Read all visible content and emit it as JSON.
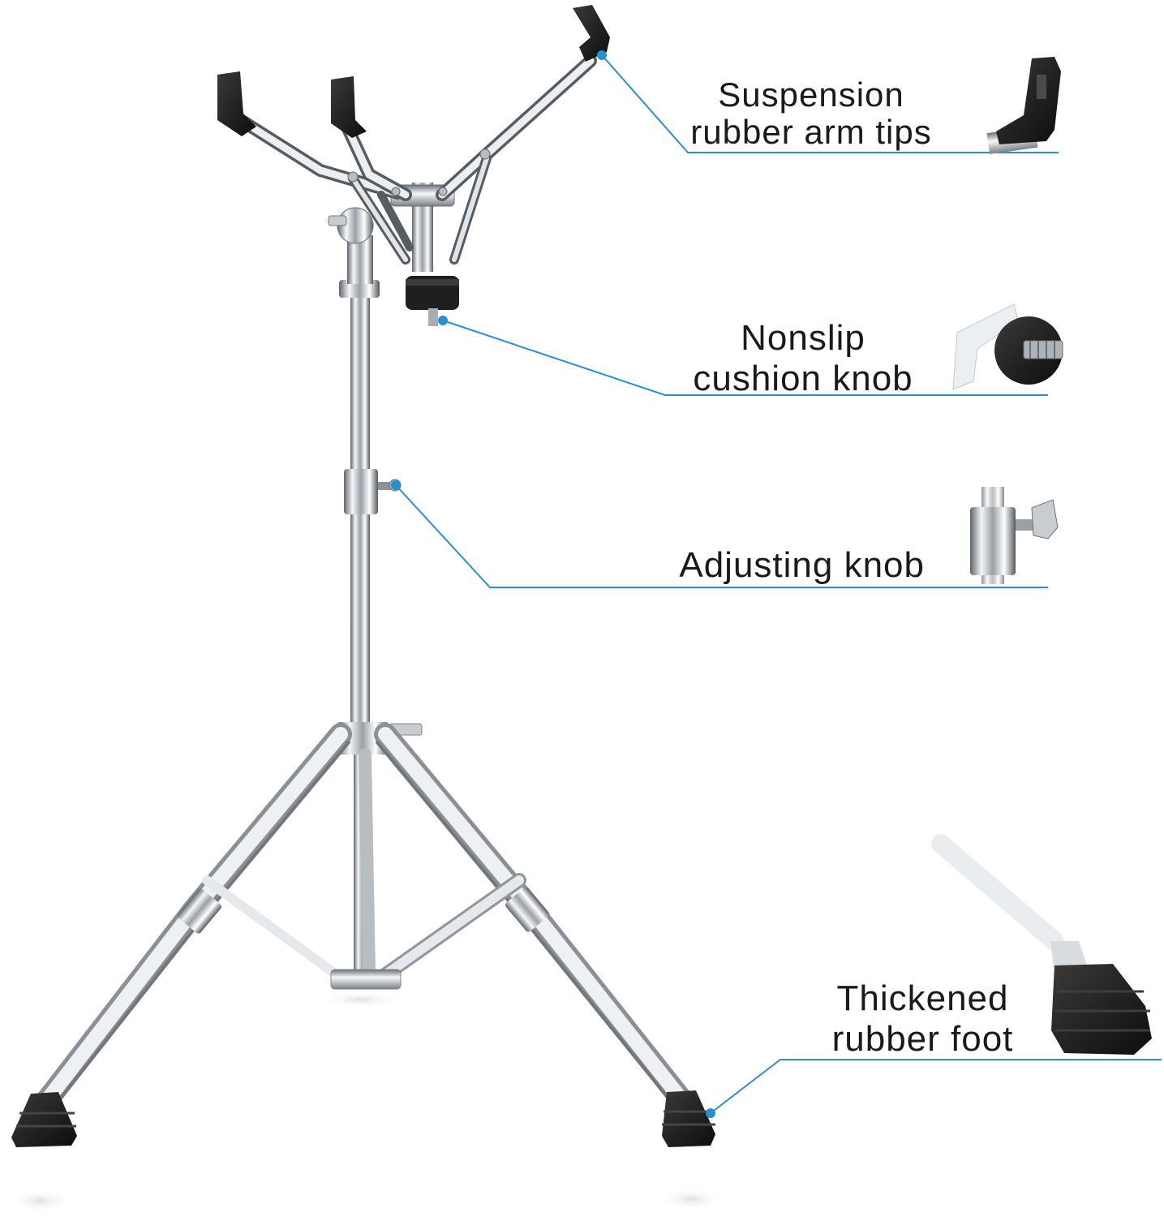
{
  "callouts": [
    {
      "line1": "Suspension",
      "line2": "rubber arm tips"
    },
    {
      "line1": "Nonslip",
      "line2": "cushion knob"
    },
    {
      "line1": "Adjusting knob"
    },
    {
      "line1": "Thickened",
      "line2": "rubber foot"
    }
  ],
  "colors": {
    "leader_line": "#2a8fd0",
    "chrome_light": "#e9ecef",
    "chrome_dark": "#6c7177",
    "rubber": "#1e1e1e",
    "background": "#ffffff"
  },
  "icons": [
    "snare-stand",
    "rubber-arm-tip-detail",
    "cushion-knob-detail",
    "adjusting-knob-detail",
    "rubber-foot-detail"
  ]
}
